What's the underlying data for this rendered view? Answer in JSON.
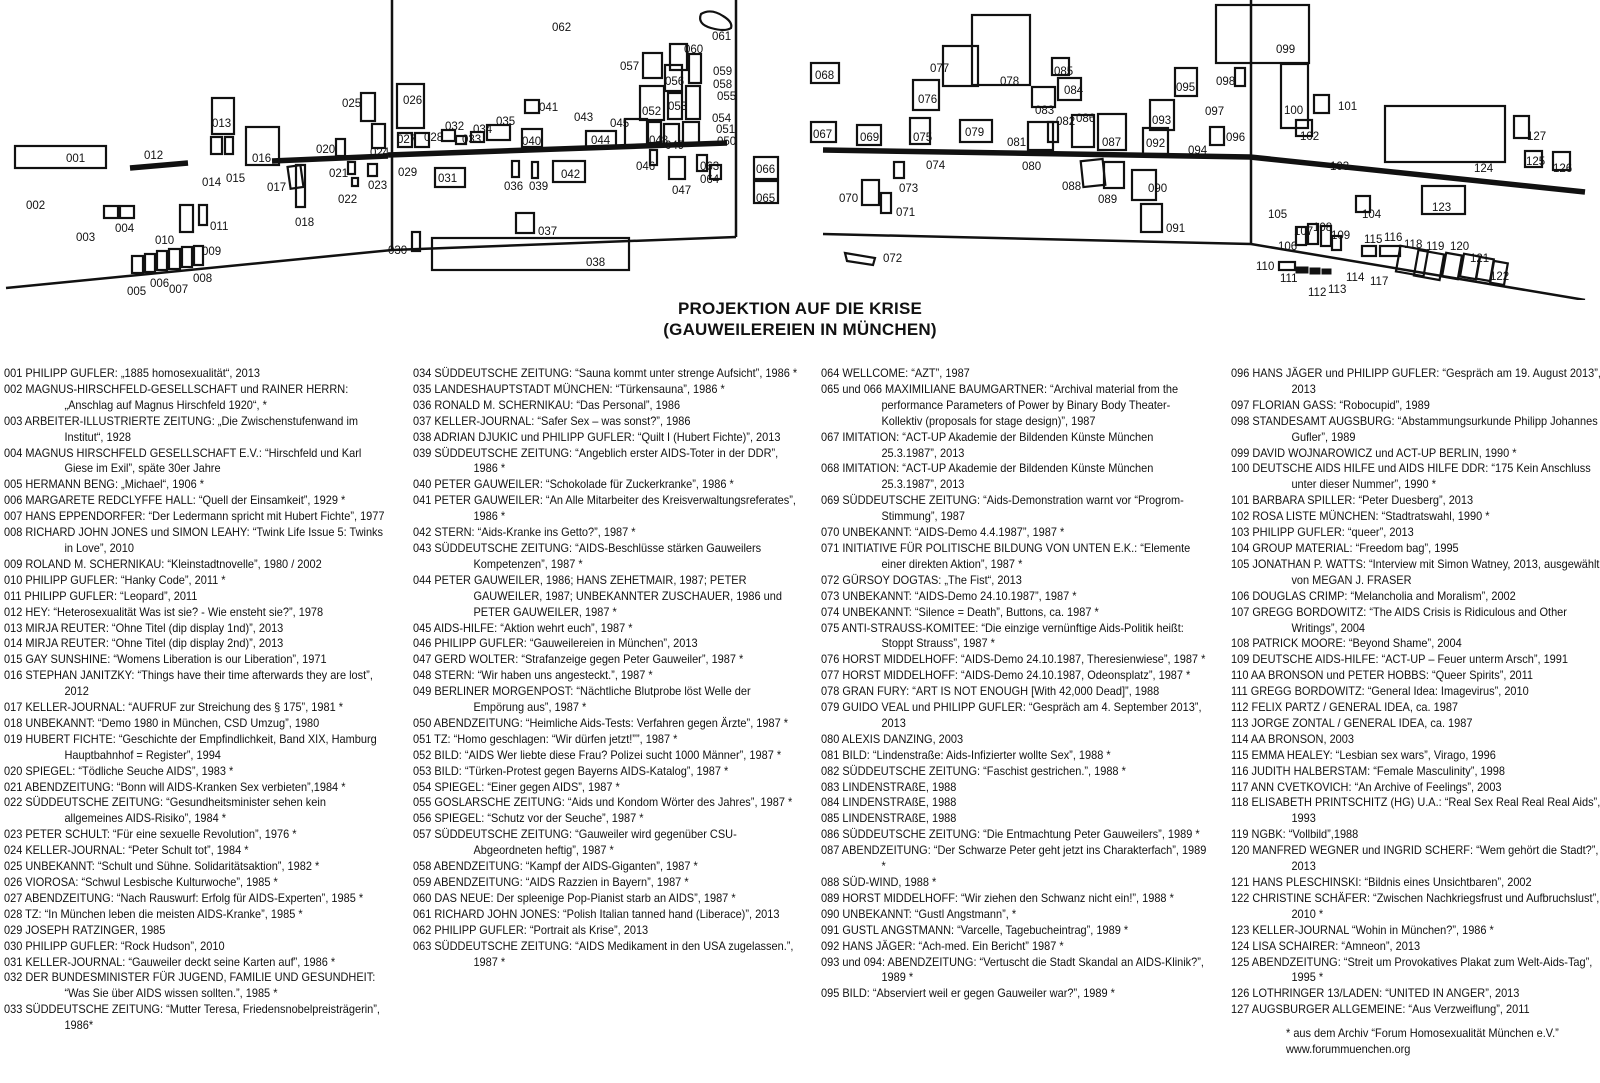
{
  "title": {
    "line1": "PROJEKTION AUF DIE KRISE",
    "line2": "(GAUWEILEREIEN IN MÜNCHEN)"
  },
  "plan_labels": [
    "001",
    "002",
    "003",
    "004",
    "005",
    "006",
    "007",
    "008",
    "009",
    "010",
    "011",
    "012",
    "013",
    "014",
    "015",
    "016",
    "017",
    "018",
    "020",
    "021",
    "022",
    "023",
    "024",
    "025",
    "026",
    "027",
    "028",
    "029",
    "030",
    "031",
    "032",
    "033",
    "034",
    "035",
    "036",
    "037",
    "038",
    "039",
    "040",
    "041",
    "042",
    "043",
    "044",
    "045",
    "046",
    "047",
    "048",
    "049",
    "050",
    "051",
    "052",
    "053",
    "054",
    "055",
    "056",
    "057",
    "058",
    "059",
    "060",
    "061",
    "062",
    "063",
    "064",
    "065",
    "066",
    "067",
    "068",
    "069",
    "070",
    "071",
    "072",
    "073",
    "074",
    "075",
    "076",
    "077",
    "078",
    "079",
    "080",
    "081",
    "082",
    "083",
    "084",
    "085",
    "086",
    "087",
    "088",
    "089",
    "090",
    "091",
    "092",
    "093",
    "094",
    "095",
    "096",
    "097",
    "098",
    "099",
    "100",
    "101",
    "102",
    "103",
    "104",
    "105",
    "106",
    "107",
    "108",
    "109",
    "110",
    "111",
    "112",
    "113",
    "114",
    "115",
    "116",
    "117",
    "118",
    "119",
    "120",
    "121",
    "122",
    "123",
    "124",
    "125",
    "126",
    "127"
  ],
  "columns": [
    [
      "001 PHILIPP GUFLER: „1885 homosexualität“, 2013",
      "002 MAGNUS-HIRSCHFELD-GESELLSCHAFT und RAINER HERRN: „Anschlag auf Magnus Hirschfeld 1920“, *",
      "003 ARBEITER-ILLUSTRIERTE ZEITUNG: „Die Zwischenstufenwand im Institut“, 1928",
      "004 MAGNUS HIRSCHFELD GESELLSCHAFT E.V.: “Hirschfeld und Karl Giese im Exil”, späte 30er Jahre",
      "005 HERMANN BENG: „Michael“, 1906 *",
      "006 MARGARETE REDCLYFFE HALL: “Quell der Einsamkeit”, 1929 *",
      "007 HANS EPPENDORFER: “Der Ledermann spricht mit Hubert Fichte”, 1977",
      "008 RICHARD JOHN JONES und SIMON LEAHY: “Twink Life Issue 5: Twinks in Love”, 2010",
      "009 ROLAND M. SCHERNIKAU: “Kleinstadtnovelle”, 1980 / 2002",
      "010 PHILIPP GUFLER: “Hanky Code”, 2011 *",
      "011 PHILIPP GUFLER: “Leopard”, 2011",
      "012 HEY: “Heterosexualität Was ist sie? - Wie ensteht sie?”, 1978",
      "013 MIRJA REUTER: “Ohne Titel (dip display 1nd)”, 2013",
      "014 MIRJA REUTER: “Ohne Titel (dip display 2nd)”, 2013",
      "015 GAY SUNSHINE: “Womens Liberation is our Liberation”, 1971",
      "016 STEPHAN JANITZKY: “Things have their time afterwards they are lost”, 2012",
      "017 KELLER-JOURNAL: “AUFRUF zur Streichung des § 175”, 1981 *",
      "018 UNBEKANNT: “Demo 1980 in München, CSD Umzug”, 1980",
      "019 HUBERT FICHTE: “Geschichte der Empfindlichkeit, Band XIX, Hamburg Hauptbahnhof = Register”, 1994",
      "020 SPIEGEL: “Tödliche Seuche AIDS”, 1983 *",
      "021 ABENDZEITUNG: “Bonn will AIDS-Kranken Sex verbieten”,1984 *",
      "022 SÜDDEUTSCHE ZEITUNG: “Gesundheitsminister sehen kein allgemeines AIDS-Risiko”, 1984 *",
      "023 PETER SCHULT: “Für eine sexuelle Revolution”, 1976 *",
      "024 KELLER-JOURNAL: “Peter Schult tot”, 1984 *",
      "025 UNBEKANNT: “Schult und Sühne. Solidaritätsaktion”, 1982 *",
      "026 VIOROSA: “Schwul Lesbische Kulturwoche”, 1985 *",
      "027 ABENDZEITUNG: “Nach Rauswurf: Erfolg für AIDS-Experten”, 1985 *",
      "028 TZ: “In München leben die meisten AIDS-Kranke”, 1985 *",
      "029 JOSEPH RATZINGER, 1985",
      "030 PHILIPP GUFLER: “Rock Hudson”, 2010",
      "031 KELLER-JOURNAL: “Gauweiler deckt seine Karten auf”, 1986 *",
      "032 DER BUNDESMINISTER FÜR JUGEND, FAMILIE UND GESUNDHEIT: “Was Sie über AIDS wissen sollten.”, 1985 *",
      "033 SÜDDEUTSCHE ZEITUNG: “Mutter Teresa, Friedensnobelpreisträgerin”, 1986*"
    ],
    [
      "034 SÜDDEUTSCHE ZEITUNG: “Sauna kommt unter strenge Aufsicht”, 1986 *",
      "035 LANDESHAUPTSTADT MÜNCHEN: “Türkensauna”, 1986 *",
      "036 RONALD M. SCHERNIKAU: “Das Personal”, 1986",
      "037 KELLER-JOURNAL: “Safer Sex – was sonst?”, 1986",
      "038 ADRIAN DJUKIC und PHILIPP GUFLER: “Quilt I (Hubert Fichte)”, 2013",
      "039 SÜDDEUTSCHE ZEITUNG: “Angeblich erster AIDS-Toter in der DDR”, 1986 *",
      "040 PETER GAUWEILER: “Schokolade für Zuckerkranke”, 1986 *",
      "041 PETER GAUWEILER: “An Alle Mitarbeiter des Kreisverwaltungsreferates”, 1986 *",
      "042 STERN: “Aids-Kranke ins Getto?”, 1987 *",
      "043 SÜDDEUTSCHE ZEITUNG: “AIDS-Beschlüsse stärken Gauweilers Kompetenzen”, 1987 *",
      "044 PETER GAUWEILER, 1986;  HANS ZEHETMAIR, 1987; PETER GAUWEILER, 1987;  UNBEKANNTER ZUSCHAUER, 1986 und PETER GAUWEILER, 1987 *",
      "045 AIDS-HILFE: “Aktion wehrt euch”, 1987 *",
      "046 PHILIPP GUFLER: “Gauweilereien in München”, 2013",
      "047 GERD WOLTER: “Strafanzeige gegen Peter Gauweiler”, 1987 *",
      "048 STERN: “Wir haben uns angesteckt.”, 1987 *",
      "049 BERLINER MORGENPOST: “Nächtliche Blutprobe löst Welle der Empörung aus”, 1987 *",
      "050 ABENDZEITUNG: “Heimliche Aids-Tests: Verfahren gegen Ärzte”, 1987 *",
      "051 TZ: “Homo geschlagen: “Wir dürfen jetzt!””, 1987 *",
      "052 BILD: “AIDS Wer liebte diese Frau? Polizei sucht 1000 Männer”, 1987 *",
      "053 BILD: “Türken-Protest gegen Bayerns AIDS-Katalog”, 1987 *",
      "054 SPIEGEL: “Einer gegen AIDS”, 1987 *",
      "055 GOSLARSCHE ZEITUNG: “Aids und Kondom Wörter des Jahres”, 1987 *",
      "056 SPIEGEL: “Schutz vor der Seuche”, 1987 *",
      "057 SÜDDEUTSCHE ZEITUNG: “Gauweiler wird gegenüber CSU-Abgeordneten heftig”, 1987 *",
      "058 ABENDZEITUNG: “Kampf der AIDS-Giganten”, 1987 *",
      "059 ABENDZEITUNG: “AIDS Razzien in Bayern”, 1987 *",
      "060 DAS NEUE: Der spleenige Pop-Pianist starb an AIDS”, 1987 *",
      "061 RICHARD JOHN JONES: “Polish Italian tanned hand (Liberace)”, 2013",
      "062 PHILIPP GUFLER: “Portrait als Krise”, 2013",
      "063 SÜDDEUTSCHE ZEITUNG: “AIDS Medikament in den USA zugelassen.”, 1987 *"
    ],
    [
      "064 WELLCOME: “AZT”, 1987",
      "065 und 066 MAXIMILIANE BAUMGARTNER: “Archival material from the performance Parameters of Power by Binary Body Theater-Kollektiv (proposals for stage design)”, 1987",
      "067 IMITATION: “ACT-UP Akademie der Bildenden Künste München 25.3.1987”, 2013",
      "068 IMITATION: “ACT-UP Akademie der Bildenden Künste München 25.3.1987”, 2013",
      "069 SÜDDEUTSCHE ZEITUNG: “Aids-Demonstration warnt vor “Progrom-Stimmung”, 1987",
      "070 UNBEKANNT: “AIDS-Demo 4.4.1987”, 1987 *",
      "071 INITIATIVE FÜR POLITISCHE BILDUNG VON UNTEN E.K.: “Elemente einer direkten Aktion”, 1987 *",
      "072 GÜRSOY DOGTAS: „The Fist“, 2013",
      "073 UNBEKANNT: “AIDS-Demo 24.10.1987”, 1987 *",
      "074 UNBEKANNT: “Silence = Death”, Buttons, ca. 1987 *",
      "075 ANTI-STRAUSS-KOMITEE: “Die einzige vernünftige Aids-Politik heißt: Stoppt Strauss”, 1987 *",
      "076 HORST MIDDELHOFF: “AIDS-Demo 24.10.1987, Theresienwiese”, 1987 *",
      "077 HORST MIDDELHOFF: “AIDS-Demo 24.10.1987, Odeonsplatz”, 1987 *",
      "078 GRAN FURY: “ART IS NOT ENOUGH [With 42,000 Dead]”,  1988",
      "079 GUIDO VEAL und PHILIPP GUFLER: “Gespräch am 4. September 2013”, 2013",
      "080 ALEXIS DANZING, 2003",
      "081 BILD: “Lindenstraße: Aids-Infizierter wollte Sex”, 1988 *",
      "082 SÜDDEUTSCHE ZEITUNG: “Faschist gestrichen.”, 1988 *",
      "083 LINDENSTRAßE, 1988",
      "084 LINDENSTRAßE, 1988",
      "085 LINDENSTRAßE, 1988",
      "086 SÜDDEUTSCHE ZEITUNG: “Die Entmachtung Peter Gauweilers”, 1989 *",
      "087 ABENDZEITUNG: “Der Schwarze Peter geht jetzt ins Charakterfach”, 1989 *",
      "088 SÜD-WIND, 1988 *",
      "089 HORST MIDDELHOFF: “Wir ziehen den Schwanz nicht ein!”, 1988 *",
      "090 UNBEKANNT: “Gustl Angstmann”, *",
      "091 GUSTL ANGSTMANN: “Varcelle, Tagebucheintrag”, 1989 *",
      "092 HANS JÄGER: “Ach-med. Ein Bericht” 1987 *",
      "093  und 094: ABENDZEITUNG: “Vertuscht die Stadt Skandal an AIDS-Klinik?”, 1989 *",
      "095 BILD: “Abserviert weil er gegen Gauweiler war?”, 1989 *"
    ],
    [
      "096 HANS JÄGER und PHILIPP GUFLER: “Gespräch am 19. August 2013”, 2013",
      "097 FLORIAN GASS: “Robocupid”, 1989",
      "098 STANDESAMT AUGSBURG: “Abstammungsurkunde Philipp Johannes Gufler”, 1989",
      "099 DAVID WOJNAROWICZ und ACT-UP BERLIN, 1990 *",
      "100 DEUTSCHE AIDS HILFE und AIDS HILFE DDR: “175 Kein Anschluss unter dieser Nummer”, 1990 *",
      "101 BARBARA SPILLER: “Peter Duesberg”, 2013",
      "102 ROSA LISTE MÜNCHEN: “Stadtratswahl, 1990 *",
      "103 PHILIPP GUFLER: “queer”, 2013",
      "104 GROUP MATERIAL: “Freedom bag”, 1995",
      "105 JONATHAN P. WATTS: “Interview mit Simon Watney, 2013, ausgewählt von MEGAN J. FRASER",
      "106 DOUGLAS CRIMP: “Melancholia and Moralism”, 2002",
      "107 GREGG BORDOWITZ: “The AIDS Crisis is Ridiculous and Other Writings”, 2004",
      "108 PATRICK MOORE: “Beyond Shame”, 2004",
      "109 DEUTSCHE AIDS-HILFE: “ACT-UP – Feuer unterm Arsch”, 1991",
      "110 AA BRONSON und PETER HOBBS: “Queer Spirits”, 2011",
      "111 GREGG BORDOWITZ: “General Idea: Imagevirus”, 2010",
      "112 FELIX PARTZ / GENERAL IDEA, ca. 1987",
      "113 JORGE ZONTAL / GENERAL IDEA, ca. 1987",
      "114 AA BRONSON, 2003",
      "115 EMMA HEALEY: “Lesbian sex wars”, Virago, 1996",
      "116 JUDITH HALBERSTAM: “Female Masculinity”, 1998",
      "117 ANN CVETKOVICH: “An Archive of Feelings”, 2003",
      "118 ELISABETH PRINTSCHITZ (HG) U.A.: “Real Sex Real Real Real Aids”, 1993",
      "119 NGBK: “Vollbild”,1988",
      "120 MANFRED WEGNER und INGRID SCHERF: “Wem gehört die Stadt?”, 2013",
      "121 HANS PLESCHINSKI: “Bildnis eines Unsichtbaren”, 2002",
      "122 CHRISTINE SCHÄFER: “Zwischen Nachkriegsfrust und Aufbruchslust”, 2010 *",
      "123 KELLER-JOURNAL “Wohin in München?”, 1986 *",
      "124 LISA SCHAIRER: “Amneon”, 2013",
      "125 ABENDZEITUNG: “Streit um Provokatives Plakat zum Welt-Aids-Tag”, 1995 *",
      "126 LOTHRINGER 13/LADEN: “UNITED IN ANGER”, 2013",
      "127 AUGSBURGER ALLGEMEINE: “Aus Verzweiflung”, 2011"
    ]
  ],
  "footnote": {
    "line1": "* aus dem Archiv “Forum Homosexualität München e.V.”",
    "line2": "www.forummuenchen.org"
  }
}
